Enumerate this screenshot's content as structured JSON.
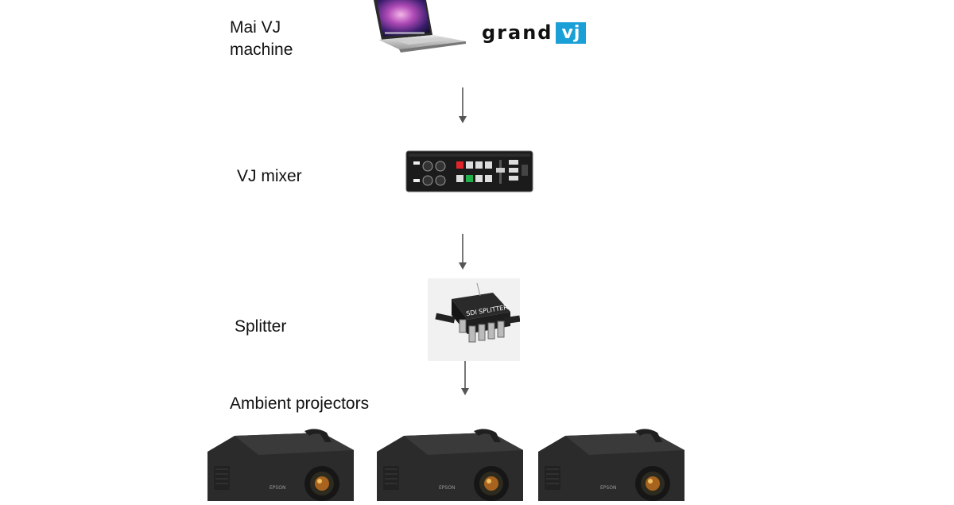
{
  "labels": {
    "machine_line1": "Mai VJ",
    "machine_line2": "machine",
    "mixer": "VJ mixer",
    "splitter": "Splitter",
    "projectors": "Ambient projectors"
  },
  "logo": {
    "word": "grand",
    "badge": "vj",
    "accent": "#1a9fd6"
  },
  "device_text": {
    "splitter_label": "SDI SPLITTER",
    "projector_brand": "EPSON"
  },
  "icons": [
    "laptop-icon",
    "vj-mixer-icon",
    "sdi-splitter-icon",
    "projector-icon"
  ],
  "colors": {
    "arrow": "#555555",
    "device_body": "#1c1c1c",
    "mixer_red": "#e0262b",
    "mixer_green": "#21b04b"
  }
}
